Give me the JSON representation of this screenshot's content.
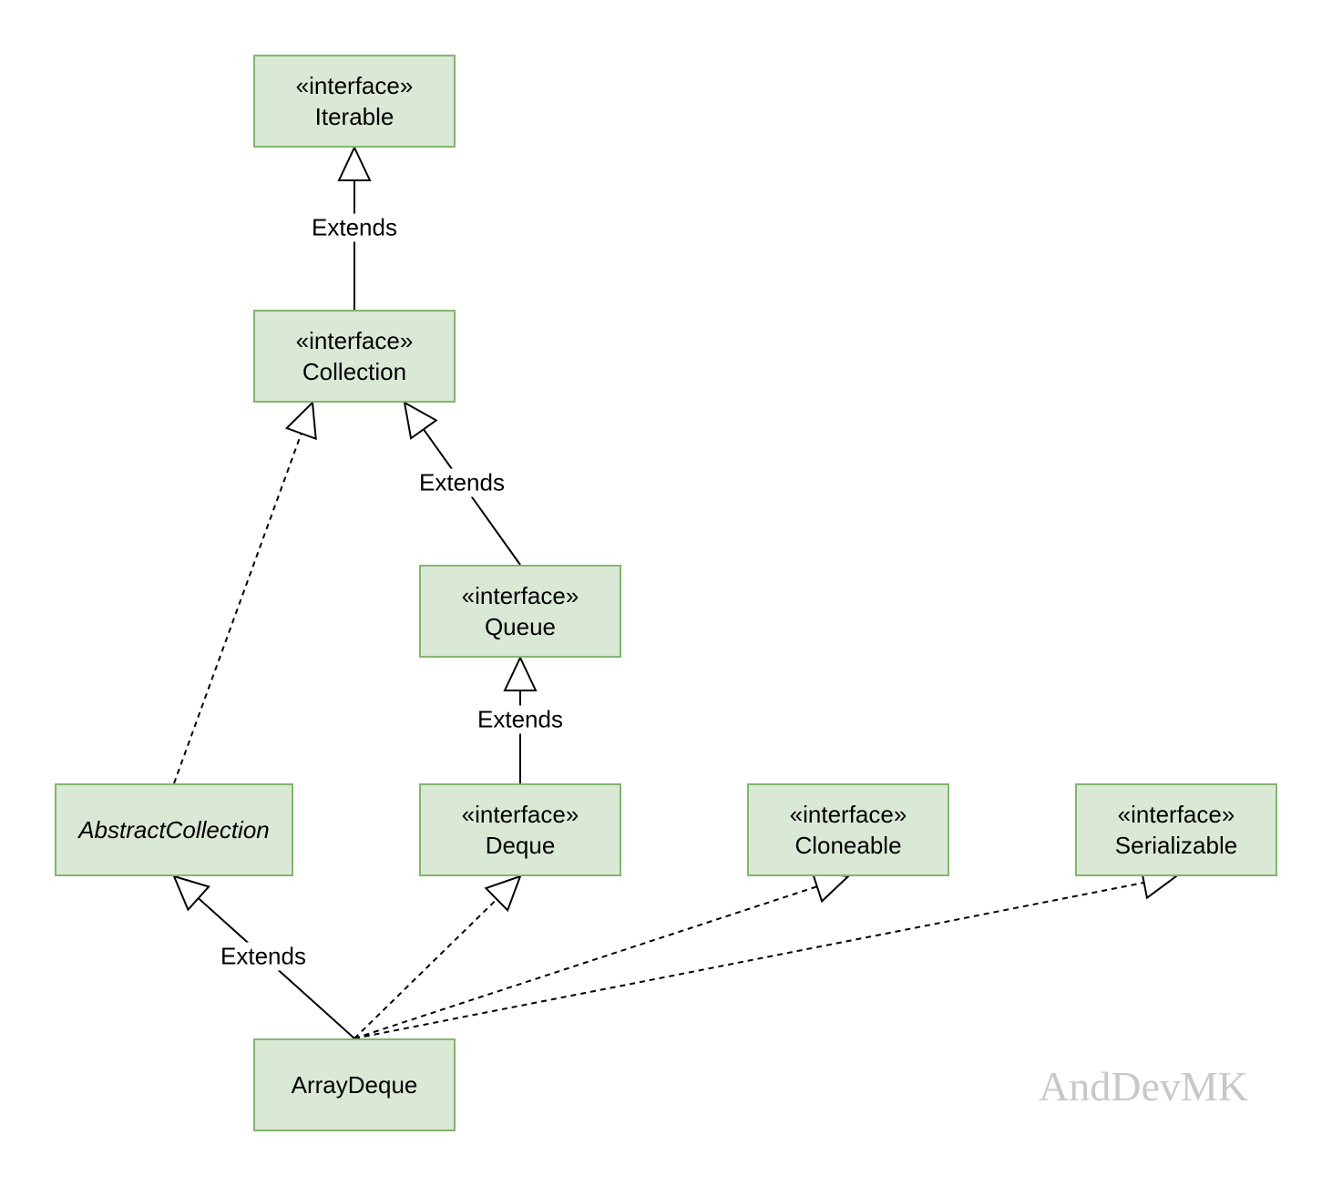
{
  "nodes": [
    {
      "id": "iterable",
      "stereotype": "«interface»",
      "name": "Iterable",
      "italic": false
    },
    {
      "id": "collection",
      "stereotype": "«interface»",
      "name": "Collection",
      "italic": false
    },
    {
      "id": "queue",
      "stereotype": "«interface»",
      "name": "Queue",
      "italic": false
    },
    {
      "id": "abstract-collection",
      "stereotype": "",
      "name": "AbstractCollection",
      "italic": true
    },
    {
      "id": "deque",
      "stereotype": "«interface»",
      "name": "Deque",
      "italic": false
    },
    {
      "id": "cloneable",
      "stereotype": "«interface»",
      "name": "Cloneable",
      "italic": false
    },
    {
      "id": "serializable",
      "stereotype": "«interface»",
      "name": "Serializable",
      "italic": false
    },
    {
      "id": "array-deque",
      "stereotype": "",
      "name": "ArrayDeque",
      "italic": false
    }
  ],
  "edges": [
    {
      "from": "collection",
      "to": "iterable",
      "style": "solid",
      "label": "Extends"
    },
    {
      "from": "queue",
      "to": "collection",
      "style": "solid",
      "label": "Extends"
    },
    {
      "from": "abstract-collection",
      "to": "collection",
      "style": "dashed",
      "label": ""
    },
    {
      "from": "deque",
      "to": "queue",
      "style": "solid",
      "label": "Extends"
    },
    {
      "from": "array-deque",
      "to": "abstract-collection",
      "style": "solid",
      "label": "Extends"
    },
    {
      "from": "array-deque",
      "to": "deque",
      "style": "dashed",
      "label": ""
    },
    {
      "from": "array-deque",
      "to": "cloneable",
      "style": "dashed",
      "label": ""
    },
    {
      "from": "array-deque",
      "to": "serializable",
      "style": "dashed",
      "label": ""
    }
  ],
  "watermark": "AndDevMK",
  "colors": {
    "node_fill": "#dae8d6",
    "node_border": "#83b66d",
    "line": "#000000",
    "watermark": "#c8c8c8"
  }
}
